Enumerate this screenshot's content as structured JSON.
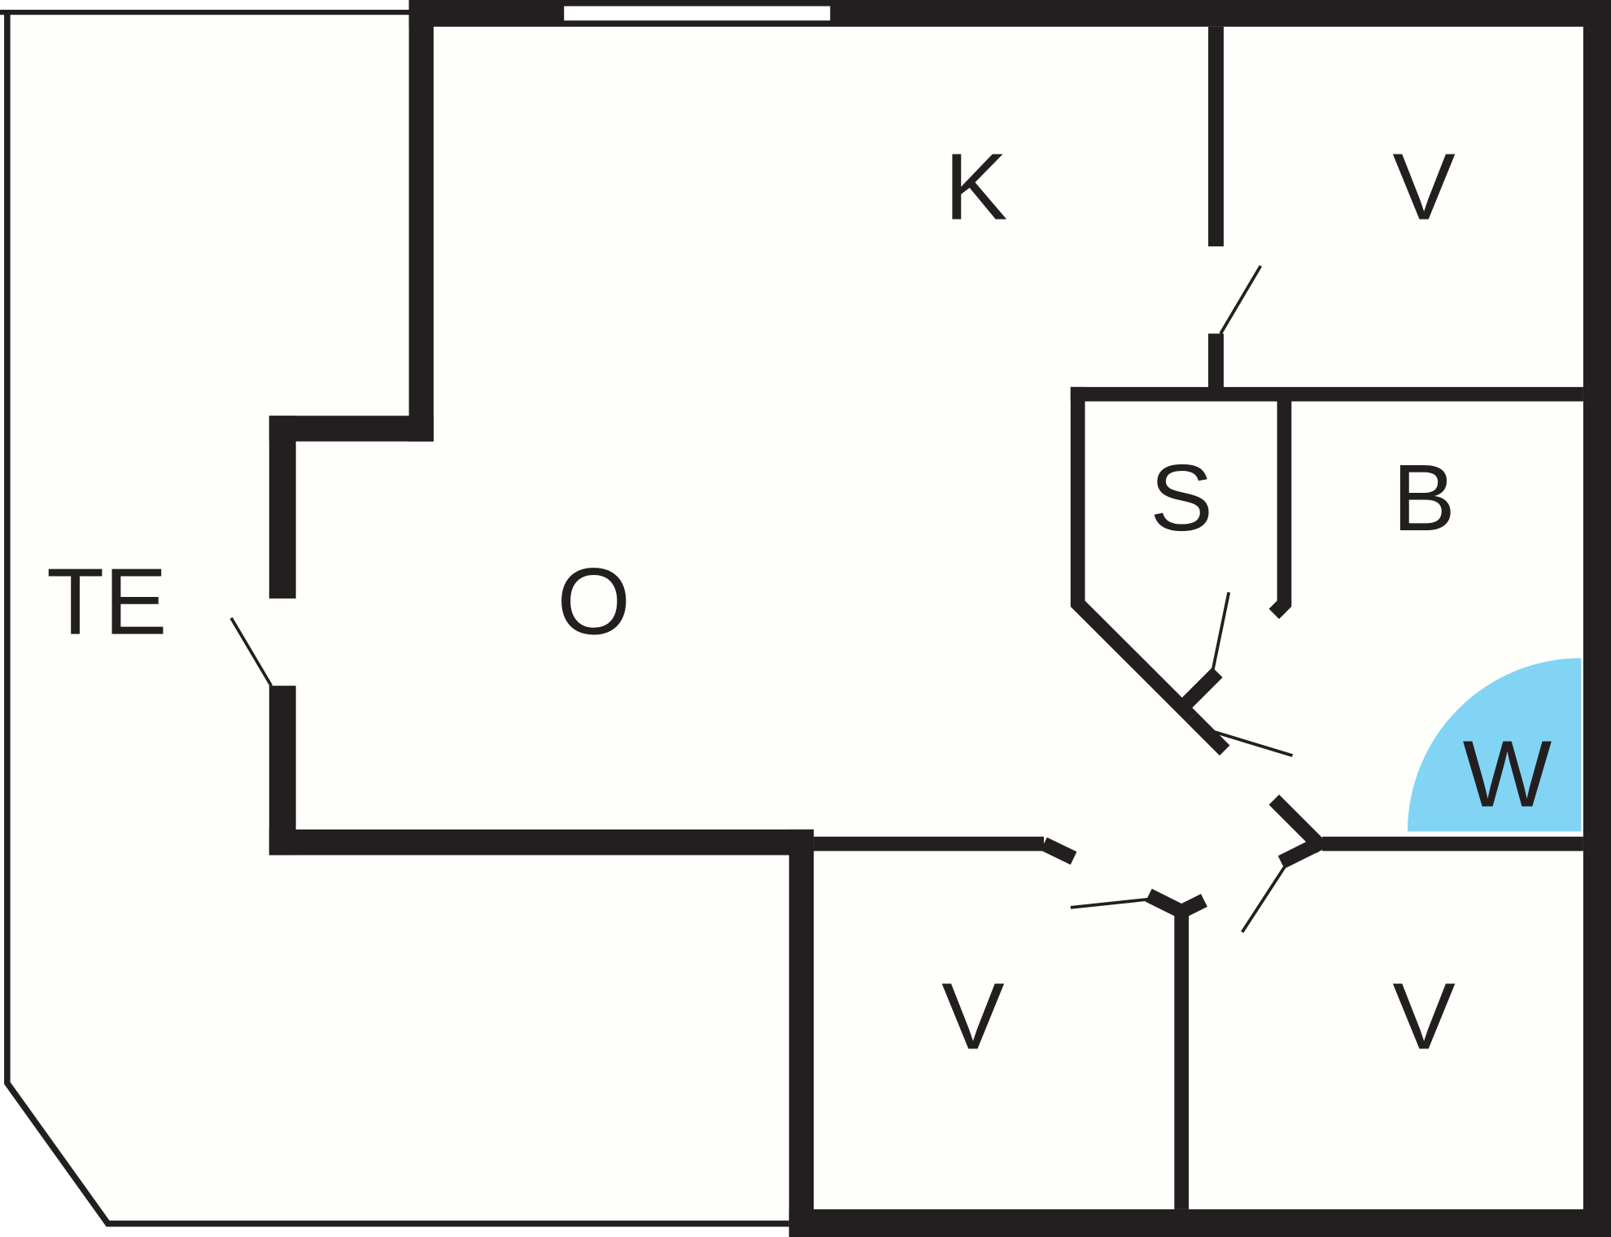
{
  "rooms": {
    "terrace": "TE",
    "living": "O",
    "kitchen": "K",
    "bedroom_top": "V",
    "storage": "S",
    "bathroom": "B",
    "washer": "W",
    "bedroom_bottom_left": "V",
    "bedroom_bottom_right": "V"
  },
  "colors": {
    "wall": "#231f20",
    "floor": "#fefefa",
    "washer": "#82d4f5"
  }
}
